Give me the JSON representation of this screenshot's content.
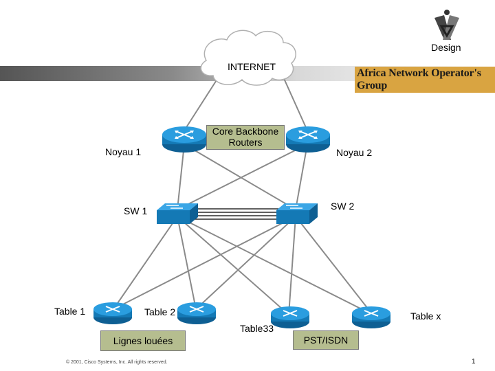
{
  "header": {
    "design_label": "Design",
    "brand": "Africa Network Operator's Group"
  },
  "cloud": {
    "label": "INTERNET"
  },
  "routers": {
    "core_caption": "Core Backbone\nRouters",
    "noyau1": "Noyau 1",
    "noyau2": "Noyau 2"
  },
  "switches": {
    "sw1": "SW 1",
    "sw2": "SW 2"
  },
  "tables": {
    "table1": "Table 1",
    "table2": "Table 2",
    "table3": "Table33",
    "tablex": "Table x"
  },
  "boxes": {
    "leased_lines": "Lignes louées",
    "pst_isdn": "PST/ISDN"
  },
  "footer": {
    "copyright": "© 2001, Cisco Systems, Inc. All rights reserved.",
    "page": "1"
  },
  "colors": {
    "device_blue": "#1f8fd2",
    "link_gray": "#8a8a8a",
    "box_fill": "#b5bd8f"
  }
}
